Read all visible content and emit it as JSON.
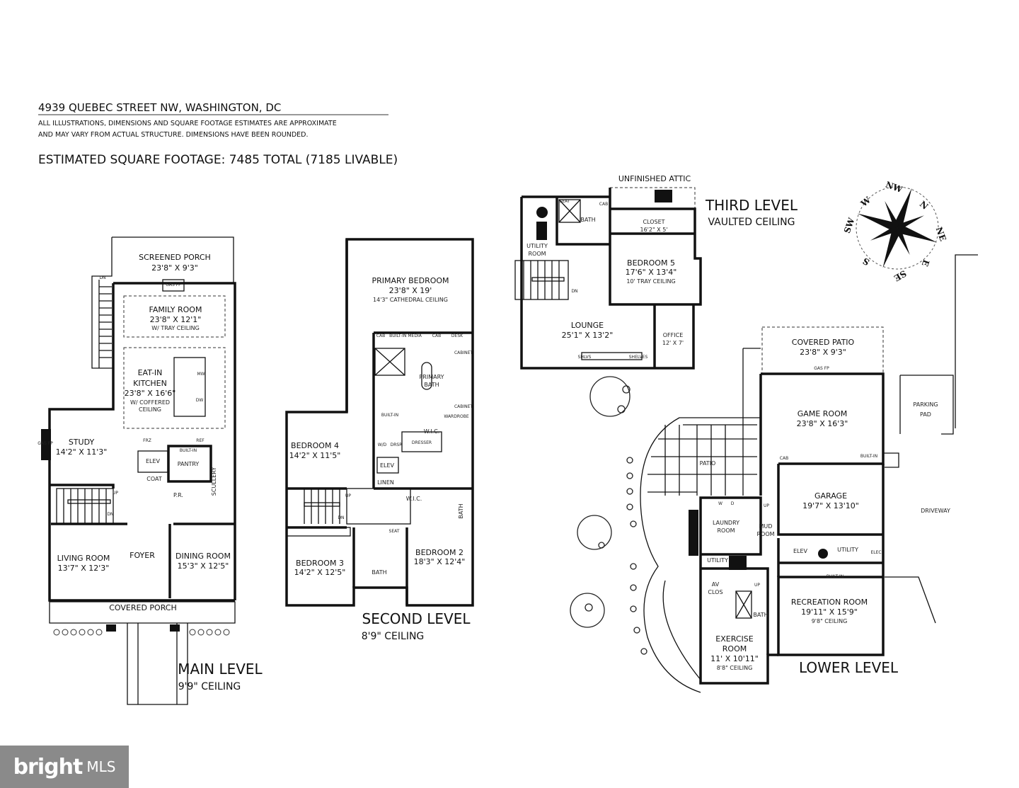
{
  "header": {
    "address": "4939 QUEBEC STREET NW, WASHINGTON, DC",
    "disclaimer_line1": "ALL ILLUSTRATIONS, DIMENSIONS AND SQUARE FOOTAGE ESTIMATES ARE APPROXIMATE",
    "disclaimer_line2": "AND MAY VARY FROM ACTUAL STRUCTURE. DIMENSIONS HAVE BEEN ROUNDED.",
    "square_footage": "ESTIMATED SQUARE FOOTAGE: 7485 TOTAL (7185 LIVABLE)"
  },
  "main_level": {
    "title": "MAIN LEVEL",
    "ceiling": "9'9\" CEILING",
    "screened_porch": {
      "name": "SCREENED PORCH",
      "dims": "23'8\" X 9'3\""
    },
    "family_room": {
      "name": "FAMILY ROOM",
      "dims": "23'8\" X 12'1\"",
      "note": "W/ TRAY CEILING"
    },
    "kitchen": {
      "name1": "EAT-IN",
      "name2": "KITCHEN",
      "dims": "23'8\" X 16'6\"",
      "note1": "W/ COFFERED",
      "note2": "CEILING"
    },
    "study": {
      "name": "STUDY",
      "dims": "14'2\" X 11'3\""
    },
    "elev": "ELEV",
    "pantry": "PANTRY",
    "coat": "COAT",
    "powder_room": "P.R.",
    "scullery": "SCULLERY",
    "living_room": {
      "name": "LIVING ROOM",
      "dims": "13'7\" X 12'3\""
    },
    "foyer": "FOYER",
    "dining_room": {
      "name": "DINING ROOM",
      "dims": "15'3\" X 12'5\""
    },
    "covered_porch": "COVERED PORCH",
    "small": {
      "gas_fp": "GAS FP",
      "frz": "FRZ",
      "ref": "REF",
      "built_in": "BUILT-IN",
      "up": "UP",
      "dn": "DN",
      "mw": "MW",
      "dw": "DW"
    }
  },
  "second_level": {
    "title": "SECOND LEVEL",
    "ceiling": "8'9\" CEILING",
    "primary_bedroom": {
      "name": "PRIMARY BEDROOM",
      "dims": "23'8\" X 19'",
      "note": "14'3\" CATHEDRAL CEILING"
    },
    "primary_bath": {
      "name1": "PRIMARY",
      "name2": "BATH"
    },
    "wic": "W.I.C.",
    "dresser": "DRESSER",
    "bedroom4": {
      "name": "BEDROOM 4",
      "dims": "14'2\" X 11'5\""
    },
    "elev": "ELEV",
    "linen": "LINEN",
    "wic2": "W.I.C.",
    "bedroom3": {
      "name": "BEDROOM 3",
      "dims": "14'2\" X 12'5\""
    },
    "bath": "BATH",
    "bath2": "BATH",
    "bedroom2": {
      "name": "BEDROOM 2",
      "dims": "18'3\" X 12'4\""
    },
    "small": {
      "cab": "CAB",
      "built_in_media": "BUILT-IN MEDIA",
      "desk": "DESK",
      "cabinet": "CABINET",
      "built_in": "BUILT-IN",
      "wardrobe": "WARDROBE",
      "wd": "W/D",
      "drsr": "DRSR",
      "seat": "SEAT",
      "up": "UP",
      "dn": "DN"
    }
  },
  "third_level": {
    "title": "THIRD LEVEL",
    "ceiling": "VAULTED CEILING",
    "attic": "UNFINISHED ATTIC",
    "closet": {
      "name": "CLOSET",
      "dims": "16'2\" X 5'"
    },
    "bath": "BATH",
    "utility": {
      "name1": "UTILITY",
      "name2": "ROOM"
    },
    "bedroom5": {
      "name": "BEDROOM 5",
      "dims": "17'6\" X 13'4\"",
      "note": "10' TRAY CEILING"
    },
    "lounge": {
      "name": "LOUNGE",
      "dims": "25'1\" X 13'2\""
    },
    "office": {
      "name": "OFFICE",
      "dims": "12' X 7'"
    },
    "small": {
      "shlvs": "SHLVS",
      "shelves": "SHELVES",
      "seat": "SEAT",
      "cab": "CAB",
      "dn": "DN"
    }
  },
  "lower_level": {
    "title": "LOWER LEVEL",
    "covered_patio": {
      "name": "COVERED PATIO",
      "dims": "23'8\" X 9'3\""
    },
    "game_room": {
      "name": "GAME ROOM",
      "dims": "23'8\" X 16'3\""
    },
    "garage": {
      "name": "GARAGE",
      "dims": "19'7\" X 13'10\""
    },
    "parking_pad": {
      "name1": "PARKING",
      "name2": "PAD"
    },
    "driveway": "DRIVEWAY",
    "patio": "PATIO",
    "laundry": {
      "name1": "LAUNDRY",
      "name2": "ROOM"
    },
    "mud_room": {
      "name1": "MUD",
      "name2": "ROOM"
    },
    "utility": "UTILITY",
    "elev": "ELEV",
    "utility2": "UTILITY",
    "recreation_room": {
      "name": "RECREATION ROOM",
      "dims": "19'11\" X 15'9\"",
      "note": "9'8\" CEILING"
    },
    "exercise_room": {
      "name1": "EXERCISE",
      "name2": "ROOM",
      "dims": "11' X 10'11\"",
      "note": "8'8\" CEILING"
    },
    "bath": "BATH",
    "av_closet": {
      "name1": "AV",
      "name2": "CLOS"
    },
    "small": {
      "cab": "CAB",
      "built_in": "BUILT-IN",
      "gas_fp": "GAS FP",
      "up": "UP",
      "elec": "ELEC",
      "w": "W",
      "d": "D"
    }
  },
  "compass": {
    "nw": "NW",
    "n": "N",
    "ne": "NE",
    "e": "E",
    "se": "SE",
    "s": "S",
    "sw": "SW",
    "w": "W"
  },
  "logo": {
    "brand": "bright",
    "suffix": "MLS"
  }
}
